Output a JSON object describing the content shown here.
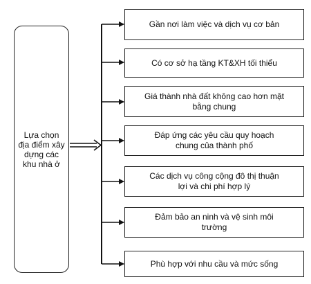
{
  "source": {
    "label": "Lựa chọn địa điểm xây dựng các khu nhà ở"
  },
  "criteria": [
    {
      "label": "Gần nơi làm việc và dịch vụ cơ bản"
    },
    {
      "label": "Có cơ sở hạ tầng KT&XH tối thiểu"
    },
    {
      "label": "Giá thành nhà đất không cao hơn mặt bằng chung"
    },
    {
      "label": "Đáp ứng các yêu cầu quy hoạch chung của thành phố"
    },
    {
      "label": "Các dịch vụ công cộng đô thị thuận lợi và chi phí hợp lý"
    },
    {
      "label": "Đảm bảo an ninh và vệ sinh môi trường"
    },
    {
      "label": "Phù hợp với nhu cầu và mức sống"
    }
  ]
}
